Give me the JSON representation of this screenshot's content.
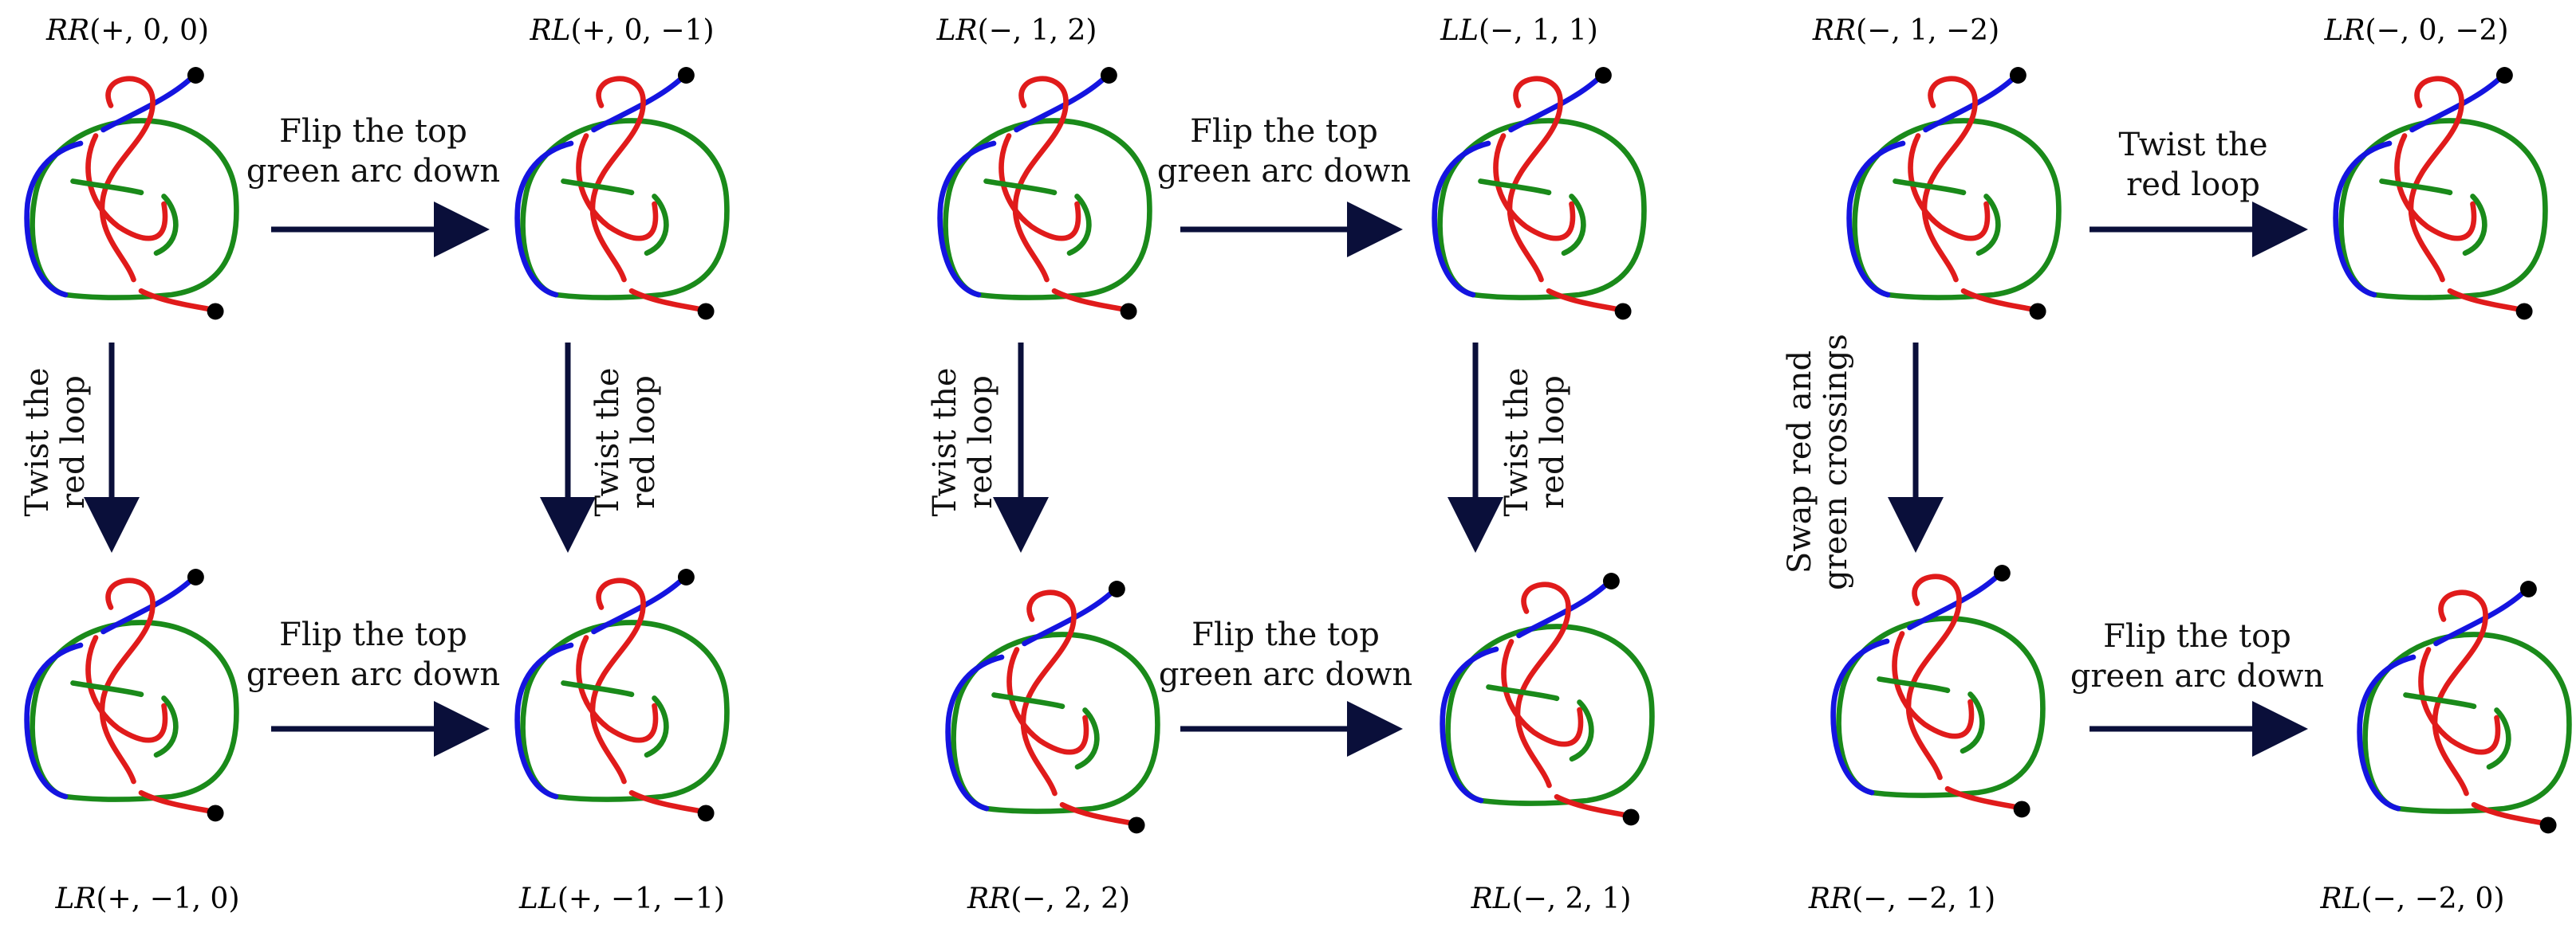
{
  "colors": {
    "blue": "#1414e0",
    "red": "#e01b1b",
    "green": "#1a8a1a",
    "arrow": "#0a0f3a",
    "endpoint": "#000000"
  },
  "knots": [
    {
      "id": "k1",
      "letters": "RR",
      "args": "(+, 0, 0)"
    },
    {
      "id": "k2",
      "letters": "RL",
      "args": "(+, 0, −1)"
    },
    {
      "id": "k3",
      "letters": "LR",
      "args": "(+, −1, 0)"
    },
    {
      "id": "k4",
      "letters": "LL",
      "args": "(+, −1, −1)"
    },
    {
      "id": "k5",
      "letters": "LR",
      "args": "(−, 1, 2)"
    },
    {
      "id": "k6",
      "letters": "LL",
      "args": "(−, 1, 1)"
    },
    {
      "id": "k7",
      "letters": "RR",
      "args": "(−, 2, 2)"
    },
    {
      "id": "k8",
      "letters": "RL",
      "args": "(−, 2, 1)"
    },
    {
      "id": "k9",
      "letters": "RR",
      "args": "(−, 1, −2)"
    },
    {
      "id": "k10",
      "letters": "LR",
      "args": "(−, 0, −2)"
    },
    {
      "id": "k11",
      "letters": "RR",
      "args": "(−, −2, 1)"
    },
    {
      "id": "k12",
      "letters": "RL",
      "args": "(−, −2, 0)"
    }
  ],
  "arrows": [
    {
      "id": "a1",
      "lines": [
        "Flip the top",
        "green arc down"
      ]
    },
    {
      "id": "a2",
      "lines": [
        "Flip the top",
        "green arc down"
      ]
    },
    {
      "id": "a3",
      "lines": [
        "Twist the",
        "red loop"
      ]
    },
    {
      "id": "a4",
      "lines": [
        "Twist the",
        "red loop"
      ]
    },
    {
      "id": "a5",
      "lines": [
        "Flip the top",
        "green arc down"
      ]
    },
    {
      "id": "a6",
      "lines": [
        "Flip the top",
        "green arc down"
      ]
    },
    {
      "id": "a7",
      "lines": [
        "Twist the",
        "red loop"
      ]
    },
    {
      "id": "a8",
      "lines": [
        "Twist the",
        "red loop"
      ]
    },
    {
      "id": "a9",
      "lines": [
        "Twist the",
        "red loop"
      ]
    },
    {
      "id": "a10",
      "lines": [
        "Flip the top",
        "green arc down"
      ]
    },
    {
      "id": "a11",
      "lines": [
        "Swap red and",
        "green crossings"
      ]
    }
  ]
}
